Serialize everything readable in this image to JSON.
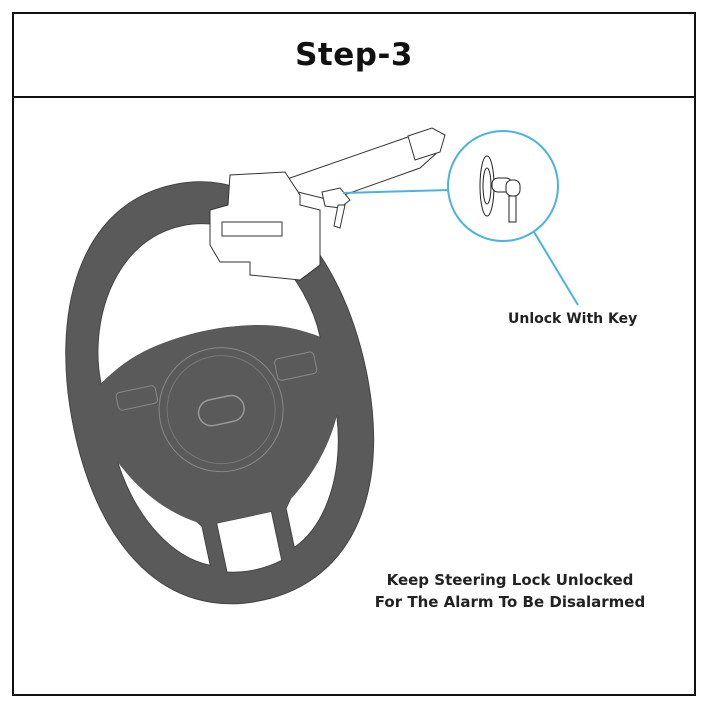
{
  "header": {
    "title": "Step-3"
  },
  "callout": {
    "label": "Unlock With Key"
  },
  "note": {
    "line1": "Keep Steering Lock Unlocked",
    "line2": "For The Alarm To Be Disalarmed"
  },
  "colors": {
    "accent": "#4ab3e3",
    "wheel": "#5a5a5a",
    "border": "#111111"
  },
  "icons": [
    "steering-wheel-illustration",
    "steering-lock-illustration",
    "key-illustration"
  ]
}
